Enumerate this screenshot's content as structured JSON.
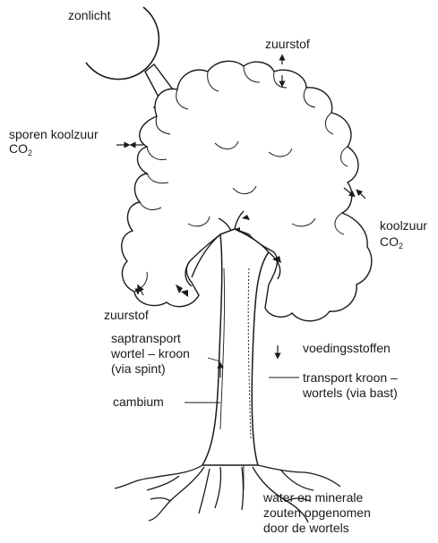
{
  "labels": {
    "zonlicht": "zonlicht",
    "zuurstof_top": "zuurstof",
    "sporen_koolzuur": "sporen koolzuur",
    "co2_left_base": "CO",
    "co2_left_sub": "2",
    "koolzuur": "koolzuur",
    "co2_right_base": "CO",
    "co2_right_sub": "2",
    "zuurstof_bottom": "zuurstof",
    "saptransport_1": "saptransport",
    "saptransport_2": "wortel – kroon",
    "saptransport_3": "(via spint)",
    "voedingsstoffen": "voedingsstoffen",
    "transport_1": "transport kroon –",
    "transport_2": "wortels (via bast)",
    "cambium": "cambium",
    "water_1": "water en minerale",
    "water_2": "zouten opgenomen",
    "water_3": "door de wortels"
  },
  "colors": {
    "ink": "#1a1a1a",
    "background": "#ffffff"
  }
}
